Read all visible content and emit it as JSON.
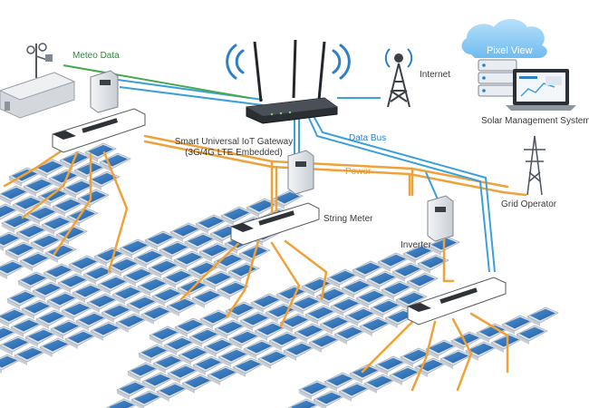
{
  "labels": {
    "meteo": "Meteo Data",
    "internet": "Internet",
    "cloud_app": "Pixel View",
    "sms": "Solar Management System",
    "gateway_line1": "Smart Universal IoT Gateway",
    "gateway_line2": "(3G/4G LTE Embedded)",
    "data_bus": "Data Bus",
    "power": "Power",
    "grid": "Grid Operator",
    "string_meter": "String Meter",
    "inverter": "Inverter"
  },
  "colors": {
    "data_line": "#3aa0dc",
    "meteo_line": "#48a84d",
    "power_line": "#f0a23a",
    "panel": "#2f6fb4",
    "frame": "#dfe3e8",
    "device": "#2f3338"
  },
  "icons": [
    "weather-station-icon",
    "router-icon",
    "wifi-icon",
    "cell-tower-icon",
    "cloud-icon",
    "server-icon",
    "laptop-icon",
    "pylon-icon",
    "inverter-icon",
    "string-meter-icon",
    "solar-panel-icon"
  ]
}
